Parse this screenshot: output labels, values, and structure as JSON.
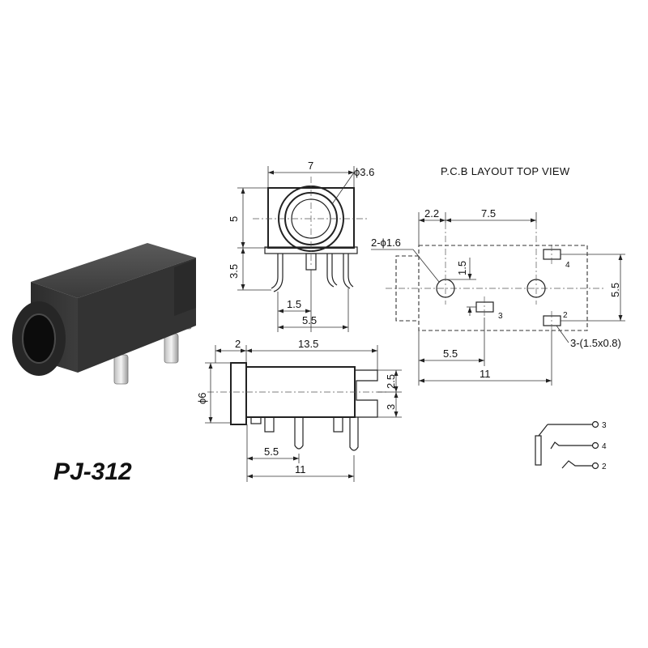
{
  "part_number": "PJ-312",
  "pcb_title": "P.C.B LAYOUT  TOP VIEW",
  "front_view": {
    "width": "7",
    "hole_dia": "ϕ3.6",
    "height": "5",
    "pin_height": "3.5",
    "pin_offset": "1.5",
    "pin_span": "5.5"
  },
  "side_view": {
    "flange": "2",
    "body_length": "13.5",
    "diameter": "ϕ6",
    "top_offset": "2.5",
    "bottom_offset": "3",
    "pin_a": "5.5",
    "pin_b": "11"
  },
  "pcb_layout": {
    "d_left": "2.2",
    "d_span": "7.5",
    "hole_spec": "2-ϕ1.6",
    "hole_offset": "1.5",
    "height": "5.5",
    "pad_x": "5.5",
    "total": "11",
    "pad_spec": "3-(1.5x0.8)",
    "pads": [
      "4",
      "3",
      "2"
    ]
  },
  "schematic": {
    "pins": [
      "3",
      "4",
      "2"
    ]
  }
}
